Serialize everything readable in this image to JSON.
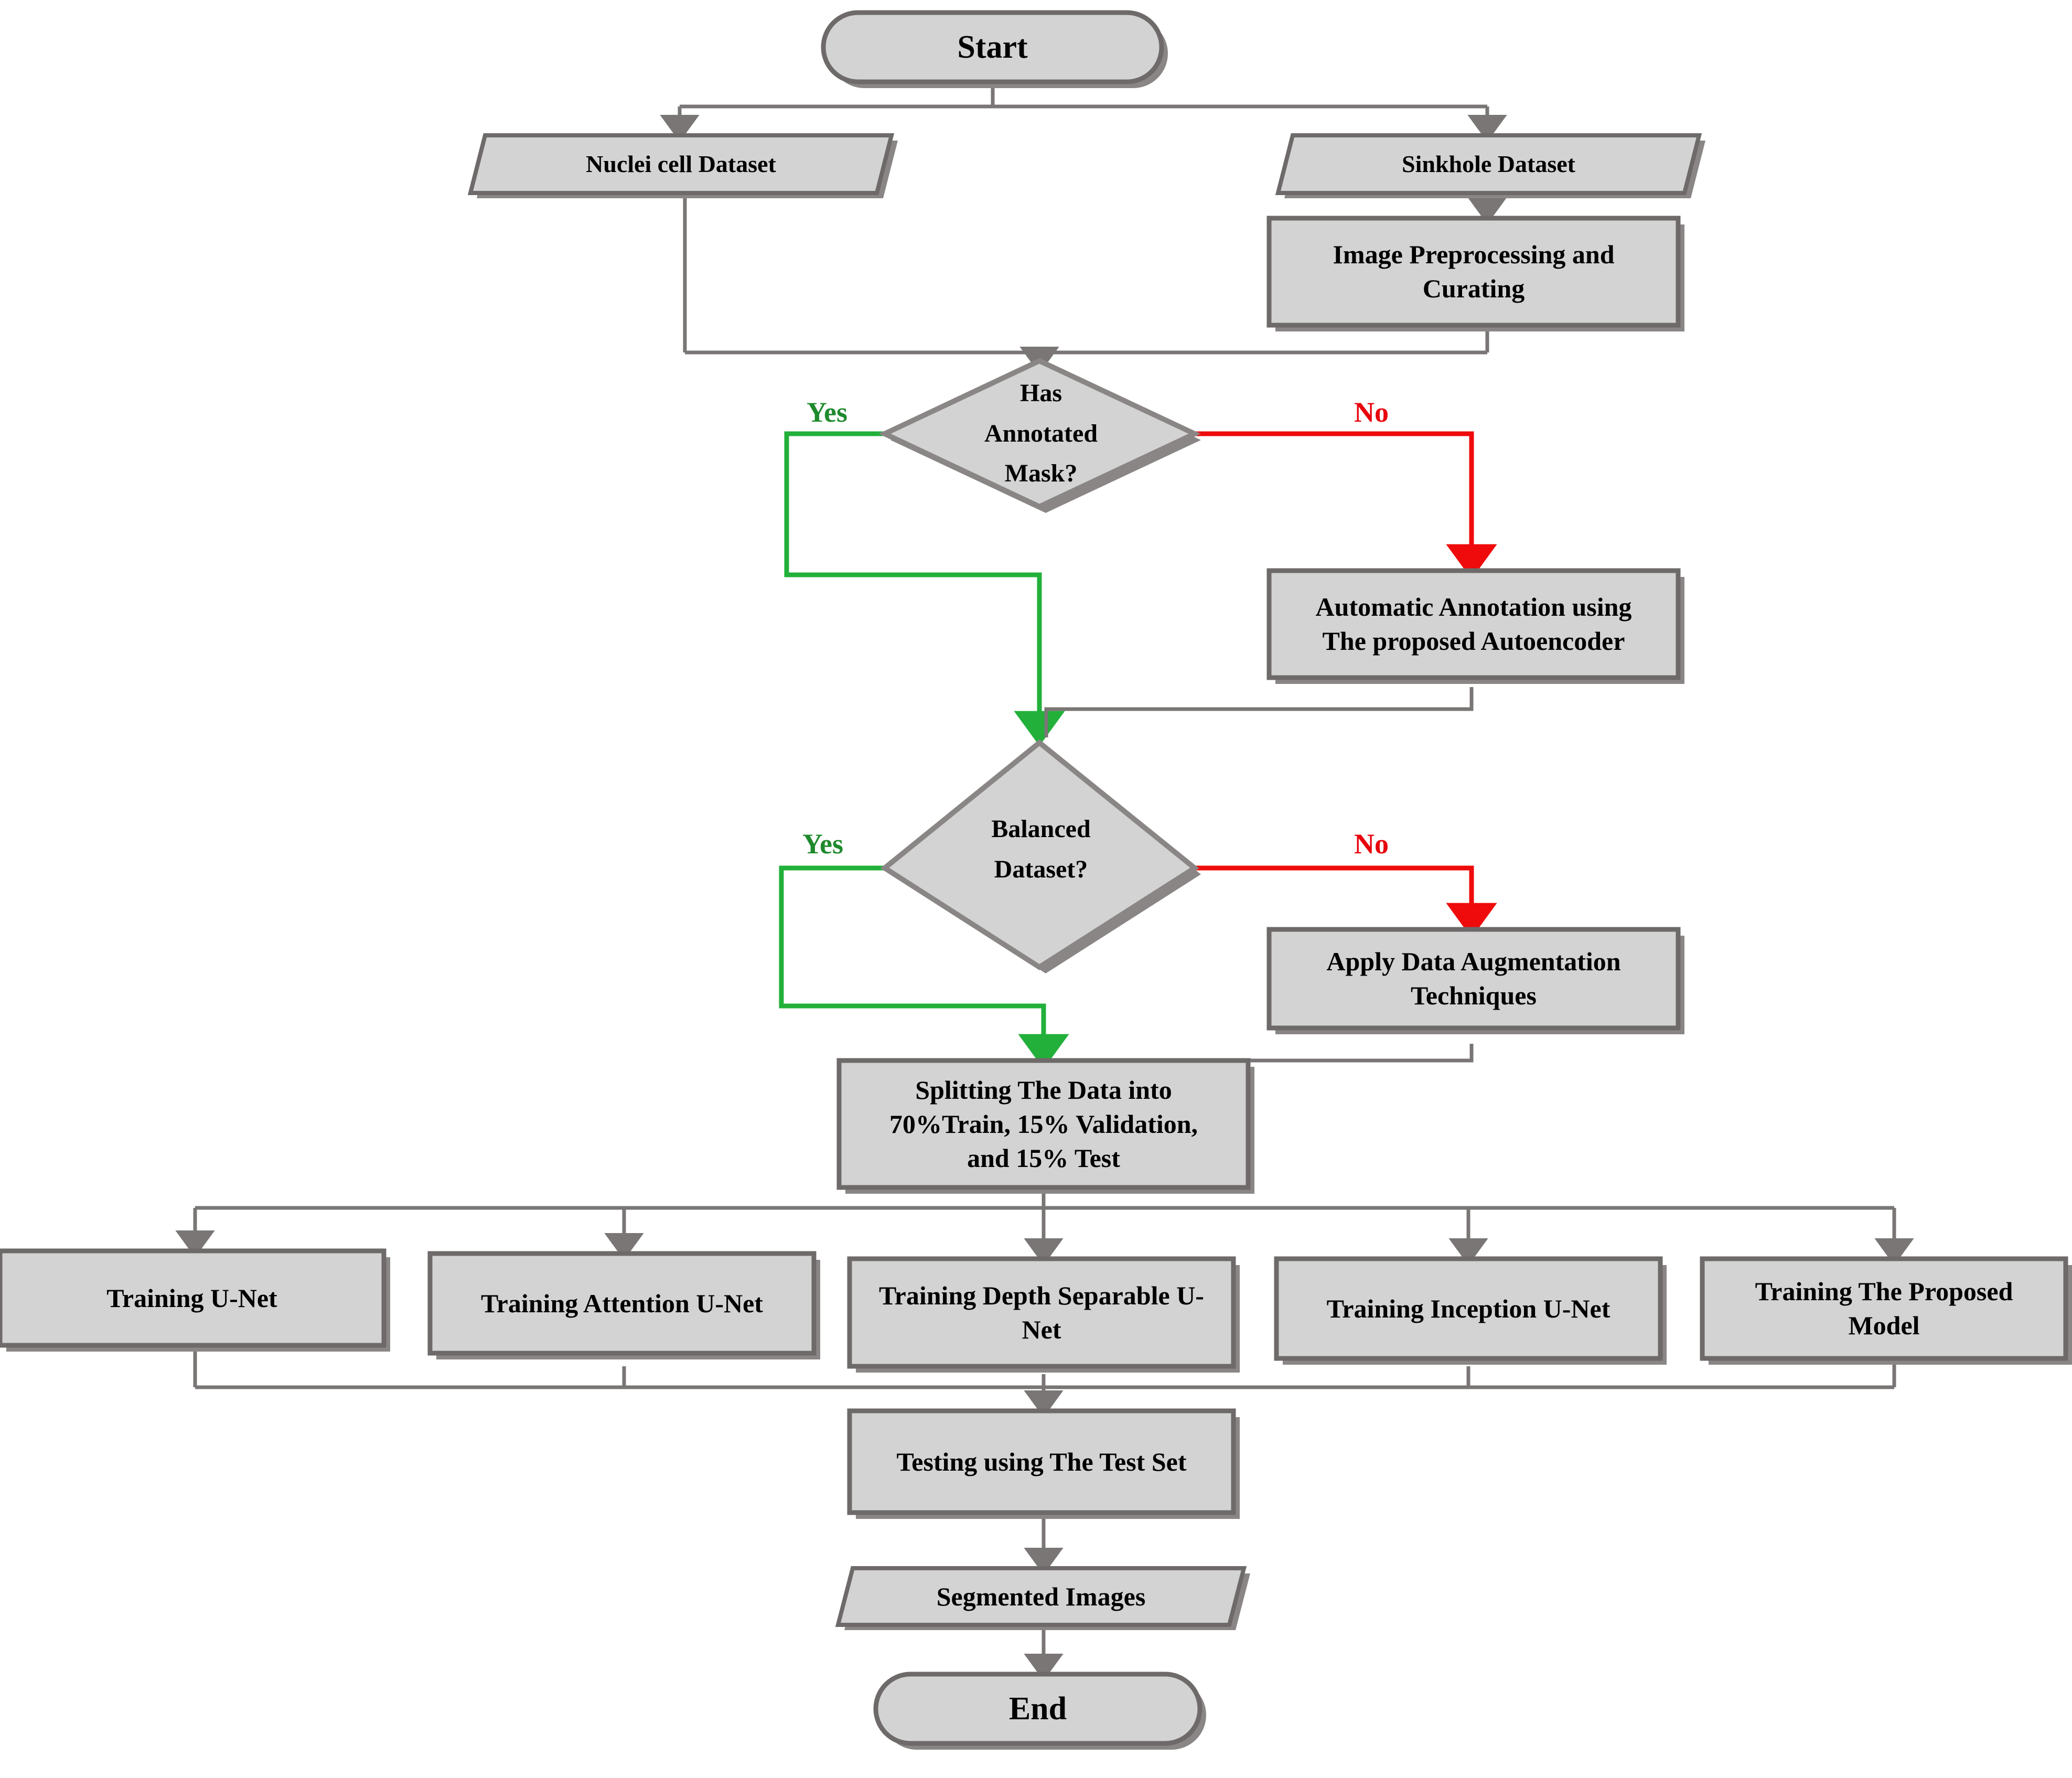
{
  "diagram": {
    "title": "Segmentation Pipeline Flowchart",
    "type": "flowchart",
    "palette": {
      "node_fill": "#d3d3d3",
      "node_stroke": "#6e6a6a",
      "shadow": "#8a8686",
      "connector": "#7a7676",
      "yes_color": "#1f8a2d",
      "no_color": "#e8000b",
      "text_color": "#000000",
      "background": "#ffffff"
    },
    "nodes": {
      "start": {
        "label": "Start",
        "shape": "terminator"
      },
      "nuclei_dataset": {
        "label": "Nuclei cell Dataset",
        "shape": "data"
      },
      "sinkhole_dataset": {
        "label": "Sinkhole Dataset",
        "shape": "data"
      },
      "preprocessing": {
        "label": "Image Preprocessing and\nCurating",
        "shape": "process"
      },
      "decision_mask": {
        "label": "Has\nAnnotated\nMask?",
        "shape": "decision"
      },
      "auto_annotation": {
        "label": "Automatic Annotation using\nThe proposed Autoencoder",
        "shape": "process"
      },
      "decision_balanced": {
        "label": "Balanced\nDataset?",
        "shape": "decision"
      },
      "augmentation": {
        "label": "Apply Data Augmentation\nTechniques",
        "shape": "process"
      },
      "splitting": {
        "label": "Splitting The Data into\n70%Train, 15% Validation,\nand 15% Test",
        "shape": "process"
      },
      "train_unet": {
        "label": "Training U-Net",
        "shape": "process"
      },
      "train_attention_unet": {
        "label": "Training Attention U-Net",
        "shape": "process"
      },
      "train_depth_separable_unet": {
        "label": "Training Depth Separable U-\nNet",
        "shape": "process"
      },
      "train_inception_unet": {
        "label": "Training Inception U-Net",
        "shape": "process"
      },
      "train_proposed_model": {
        "label": "Training The Proposed\nModel",
        "shape": "process"
      },
      "testing": {
        "label": "Testing using The Test Set",
        "shape": "process"
      },
      "segmented_images": {
        "label": "Segmented Images",
        "shape": "data"
      },
      "end": {
        "label": "End",
        "shape": "terminator"
      }
    },
    "edge_labels": {
      "mask_yes": "Yes",
      "mask_no": "No",
      "balanced_yes": "Yes",
      "balanced_no": "No"
    },
    "edges": [
      {
        "from": "start",
        "to": "nuclei_dataset",
        "label": ""
      },
      {
        "from": "start",
        "to": "sinkhole_dataset",
        "label": ""
      },
      {
        "from": "sinkhole_dataset",
        "to": "preprocessing",
        "label": ""
      },
      {
        "from": "nuclei_dataset",
        "to": "decision_mask",
        "label": ""
      },
      {
        "from": "preprocessing",
        "to": "decision_mask",
        "label": ""
      },
      {
        "from": "decision_mask",
        "to": "decision_balanced",
        "label": "Yes"
      },
      {
        "from": "decision_mask",
        "to": "auto_annotation",
        "label": "No"
      },
      {
        "from": "auto_annotation",
        "to": "decision_balanced",
        "label": ""
      },
      {
        "from": "decision_balanced",
        "to": "splitting",
        "label": "Yes"
      },
      {
        "from": "decision_balanced",
        "to": "augmentation",
        "label": "No"
      },
      {
        "from": "augmentation",
        "to": "splitting",
        "label": ""
      },
      {
        "from": "splitting",
        "to": "train_unet",
        "label": ""
      },
      {
        "from": "splitting",
        "to": "train_attention_unet",
        "label": ""
      },
      {
        "from": "splitting",
        "to": "train_depth_separable_unet",
        "label": ""
      },
      {
        "from": "splitting",
        "to": "train_inception_unet",
        "label": ""
      },
      {
        "from": "splitting",
        "to": "train_proposed_model",
        "label": ""
      },
      {
        "from": "train_unet",
        "to": "testing",
        "label": ""
      },
      {
        "from": "train_attention_unet",
        "to": "testing",
        "label": ""
      },
      {
        "from": "train_depth_separable_unet",
        "to": "testing",
        "label": ""
      },
      {
        "from": "train_inception_unet",
        "to": "testing",
        "label": ""
      },
      {
        "from": "train_proposed_model",
        "to": "testing",
        "label": ""
      },
      {
        "from": "testing",
        "to": "segmented_images",
        "label": ""
      },
      {
        "from": "segmented_images",
        "to": "end",
        "label": ""
      }
    ]
  }
}
